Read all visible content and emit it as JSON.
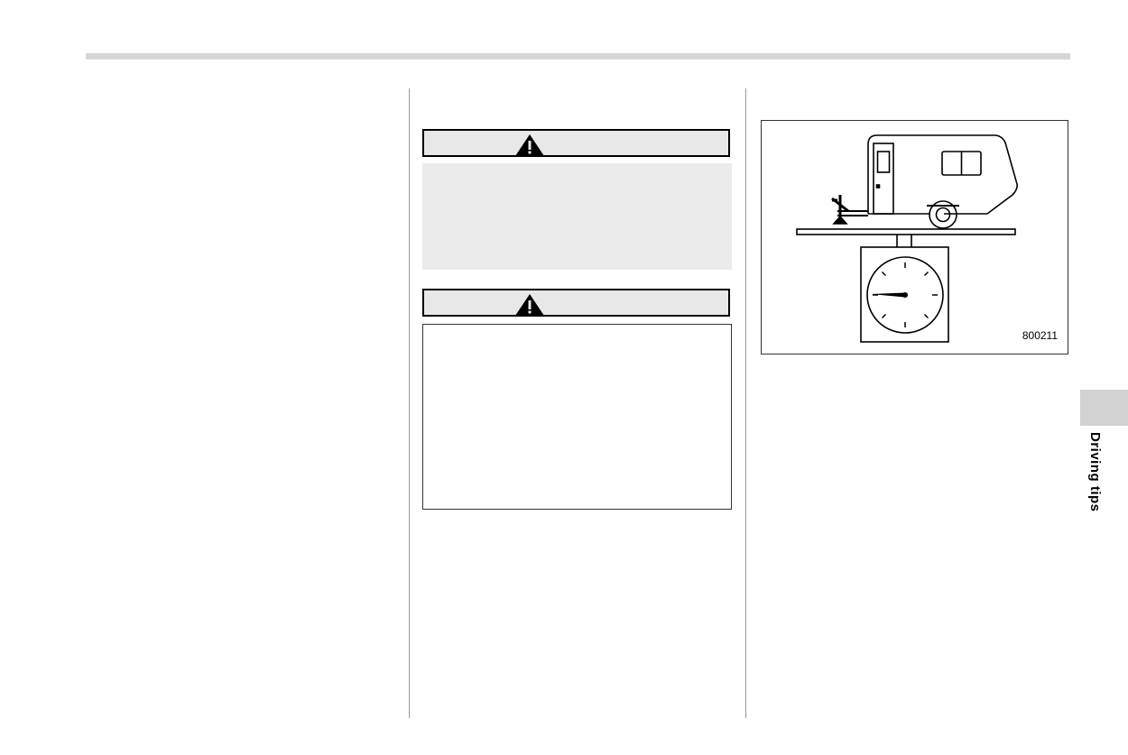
{
  "section_tab": {
    "label": "Driving tips"
  },
  "warnings": [
    {
      "icon": "warning-triangle-icon"
    },
    {
      "icon": "warning-triangle-icon"
    }
  ],
  "figure": {
    "code": "800211",
    "icon": "trailer-on-scale-illustration"
  }
}
